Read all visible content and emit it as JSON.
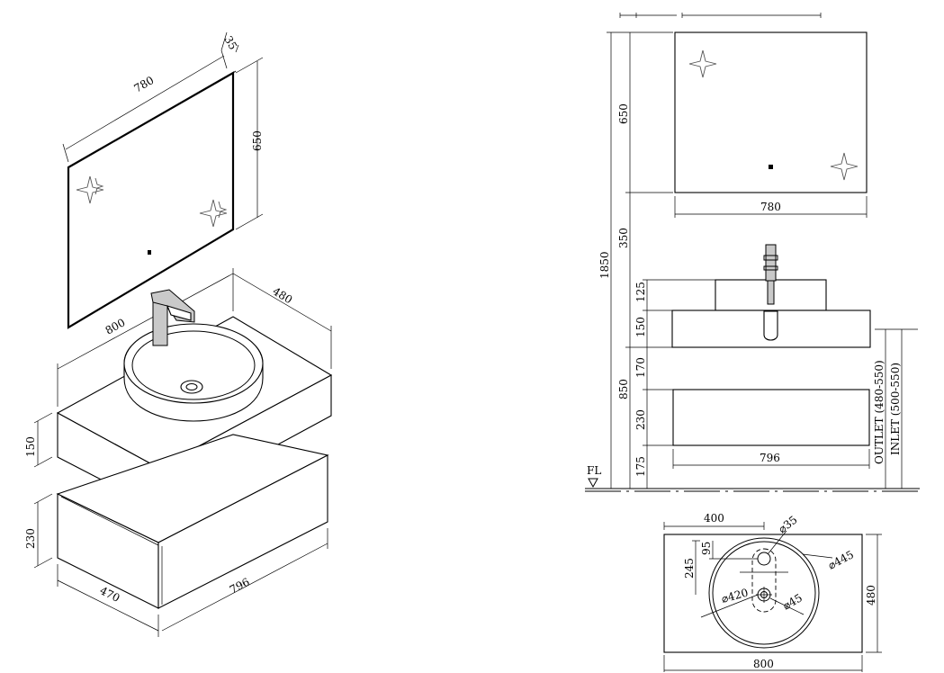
{
  "iso": {
    "mirror_w": "780",
    "mirror_h": "650",
    "mirror_thk": "35",
    "top_w": "800",
    "top_d": "480",
    "top_h": "150",
    "drawer_h": "230",
    "drawer_w": "796",
    "drawer_d": "470"
  },
  "front": {
    "total_h": "1850",
    "mirror_h": "650",
    "gap": "350",
    "basin_h": "125",
    "top_h": "150",
    "gap2": "170",
    "to_top": "850",
    "drawer_h": "230",
    "base_h": "175",
    "mirror_w": "780",
    "drawer_w": "796",
    "outlet": "OUTLET (480-550)",
    "inlet": "INLET (500-550)",
    "floor": "FL"
  },
  "plan": {
    "offset": "400",
    "tap_hole": "⌀35",
    "d95": "95",
    "d245": "245",
    "outer": "⌀445",
    "inner": "⌀420",
    "drain": "⌀45",
    "depth": "480",
    "width": "800"
  }
}
